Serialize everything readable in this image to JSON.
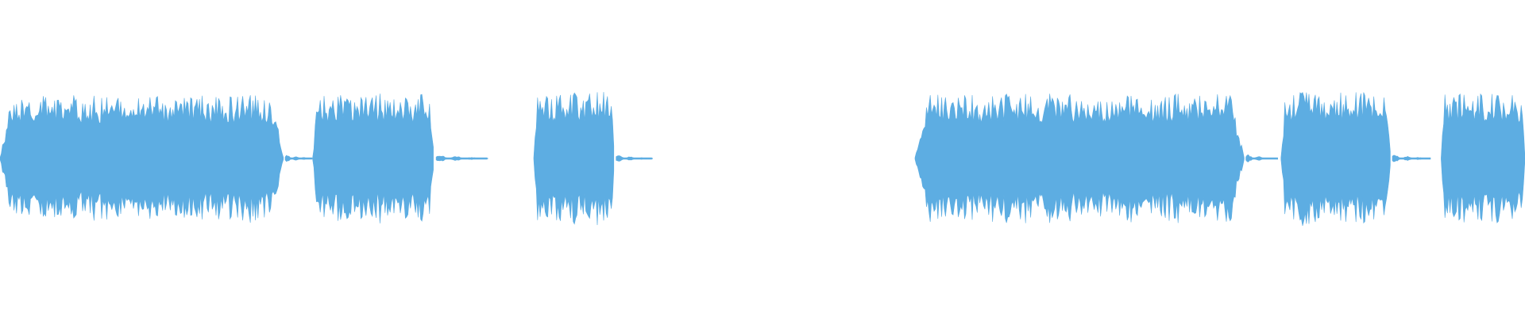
{
  "waveform": {
    "color": "#5DADE2",
    "background": "#ffffff",
    "segments": [
      {
        "start": 0.0,
        "end": 0.186,
        "level": 0.8
      },
      {
        "start": 0.187,
        "end": 0.205,
        "level": 0.05
      },
      {
        "start": 0.205,
        "end": 0.285,
        "level": 0.82
      },
      {
        "start": 0.286,
        "end": 0.32,
        "level": 0.05
      },
      {
        "start": 0.35,
        "end": 0.403,
        "level": 0.85
      },
      {
        "start": 0.404,
        "end": 0.428,
        "level": 0.04
      },
      {
        "start": 0.6,
        "end": 0.816,
        "level": 0.82
      },
      {
        "start": 0.817,
        "end": 0.838,
        "level": 0.05
      },
      {
        "start": 0.84,
        "end": 0.912,
        "level": 0.84
      },
      {
        "start": 0.913,
        "end": 0.938,
        "level": 0.05
      },
      {
        "start": 0.945,
        "end": 1.0,
        "level": 0.82
      }
    ]
  }
}
